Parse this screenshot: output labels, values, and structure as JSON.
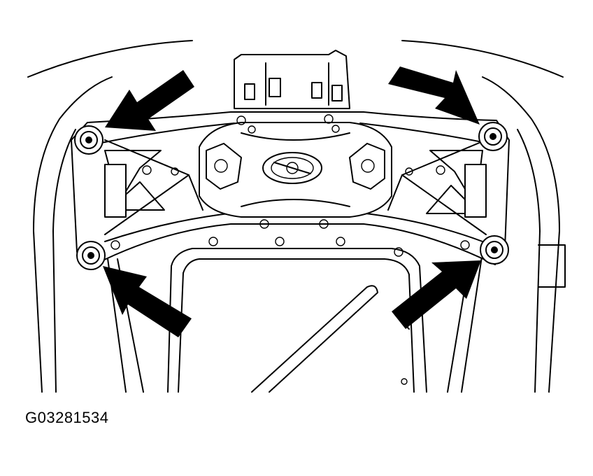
{
  "figure": {
    "id_label": "G03281534",
    "subject": "crossmember-bolts-diagram",
    "callout_arrows": [
      "upper-left",
      "upper-right",
      "lower-left",
      "lower-right"
    ],
    "line_color": "#000000",
    "background_color": "#ffffff"
  }
}
